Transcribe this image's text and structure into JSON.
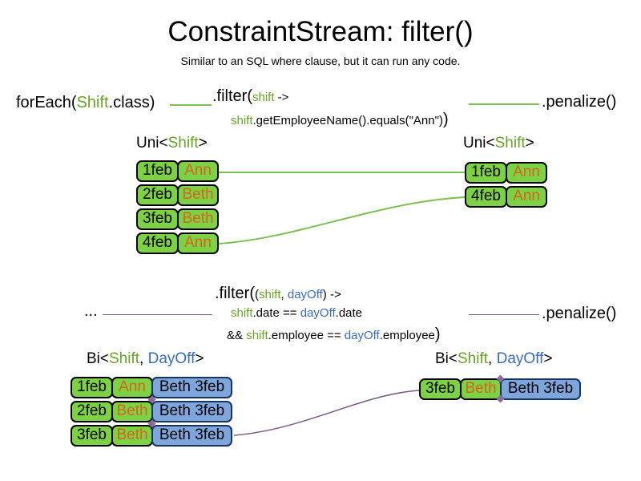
{
  "slide": {
    "title": "ConstraintStream: filter()",
    "subtitle": "Similar to an SQL where clause, but it can run any code."
  },
  "code1": {
    "foreach_pre": "forEach(",
    "foreach_class": "Shift",
    "foreach_post": ".class)",
    "filter_call": ".filter(",
    "filter_param": "shift",
    "filter_arrow": " ->",
    "body_param": "shift",
    "body_rest": ".getEmployeeName().equals(\"Ann\")",
    "body_close": ")",
    "penalize": ".penalize()"
  },
  "stream1": {
    "left_label": {
      "pre": "Uni<",
      "param": "Shift",
      "post": ">"
    },
    "right_label": {
      "pre": "Uni<",
      "param": "Shift",
      "post": ">"
    },
    "left_rows": [
      {
        "date": "1feb",
        "name": "Ann"
      },
      {
        "date": "2feb",
        "name": "Beth"
      },
      {
        "date": "3feb",
        "name": "Beth"
      },
      {
        "date": "4feb",
        "name": "Ann"
      }
    ],
    "right_rows": [
      {
        "date": "1feb",
        "name": "Ann"
      },
      {
        "date": "4feb",
        "name": "Ann"
      }
    ]
  },
  "code2": {
    "ellipsis": "...",
    "filter_call": ".filter(",
    "open_paren": "(",
    "param1": "shift",
    "comma": ", ",
    "param2": "dayOff",
    "close_paren": ")",
    "arrow": " ->",
    "cond1_p1": "shift",
    "cond1_t1": ".date == ",
    "cond1_p2": "dayOff",
    "cond1_t2": ".date",
    "cond2_pre": "&& ",
    "cond2_p1": "shift",
    "cond2_t1": ".employee == ",
    "cond2_p2": "dayOff",
    "cond2_t2": ".employee",
    "cond2_close": ")",
    "penalize": ".penalize()"
  },
  "stream2": {
    "left_label": {
      "pre": "Bi<",
      "param1": "Shift",
      "sep": ", ",
      "param2": "DayOff",
      "post": ">"
    },
    "right_label": {
      "pre": "Bi<",
      "param1": "Shift",
      "sep": ", ",
      "param2": "DayOff",
      "post": ">"
    },
    "left_rows": [
      {
        "date": "1feb",
        "name": "Ann",
        "pair": "Beth 3feb"
      },
      {
        "date": "2feb",
        "name": "Beth",
        "pair": "Beth 3feb"
      },
      {
        "date": "3feb",
        "name": "Beth",
        "pair": "Beth 3feb"
      }
    ],
    "right_rows": [
      {
        "date": "3feb",
        "name": "Beth",
        "pair": "Beth 3feb"
      }
    ]
  },
  "colors": {
    "box_green": "#7cd144",
    "box_blue": "#7ea6dc",
    "box_border_green": "#000000",
    "box_border_blue": "#17365d",
    "name_orange": "#d5651d",
    "code_green": "#66a326",
    "code_blue": "#3a6bbf",
    "line_green": "#7cbf53",
    "line_purple": "#7a5b85"
  }
}
